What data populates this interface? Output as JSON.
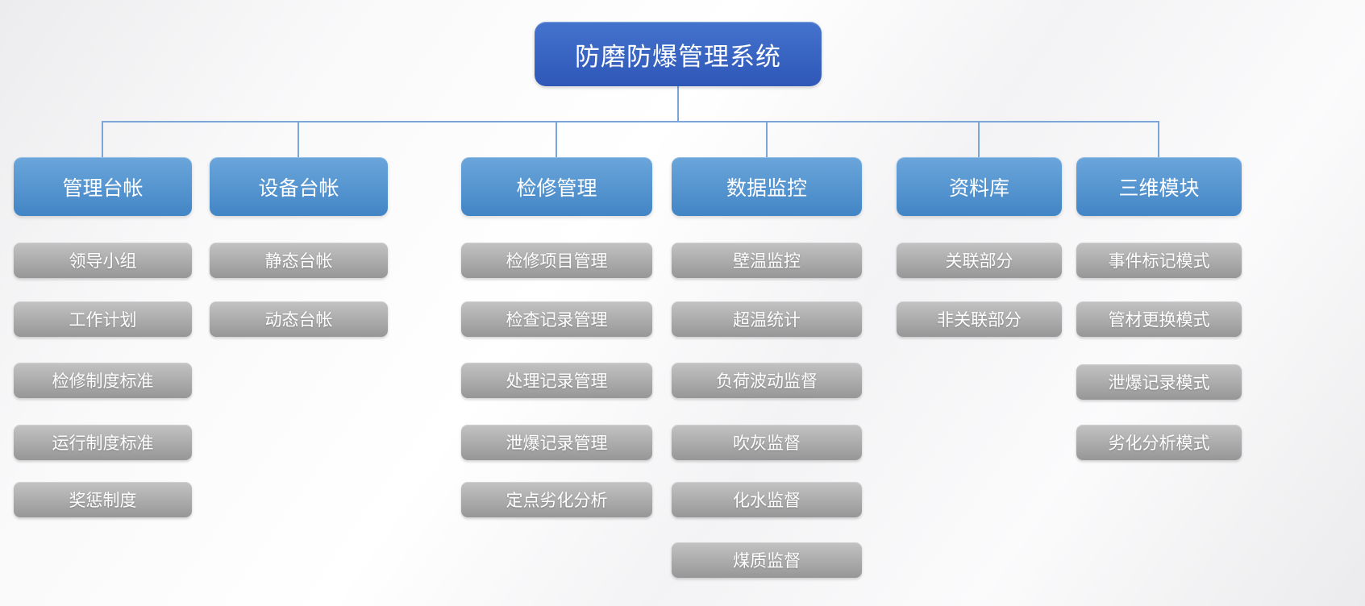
{
  "diagram": {
    "title": "防磨防爆管理系统",
    "colors": {
      "root_fill_top": "#4473cd",
      "root_fill_bottom": "#2f57b8",
      "branch_fill_top": "#6ba6db",
      "branch_fill_bottom": "#4285c5",
      "leaf_fill_top": "#c3c3c3",
      "leaf_fill_bottom": "#979797",
      "connector": "#7aa6d9",
      "node_text": "#ffffff"
    },
    "branches": [
      {
        "label": "管理台帐",
        "children": [
          "领导小组",
          "工作计划",
          "检修制度标准",
          "运行制度标准",
          "奖惩制度"
        ]
      },
      {
        "label": "设备台帐",
        "children": [
          "静态台帐",
          "动态台帐"
        ]
      },
      {
        "label": "检修管理",
        "children": [
          "检修项目管理",
          "检查记录管理",
          "处理记录管理",
          "泄爆记录管理",
          "定点劣化分析"
        ]
      },
      {
        "label": "数据监控",
        "children": [
          "壁温监控",
          "超温统计",
          "负荷波动监督",
          "吹灰监督",
          "化水监督",
          "煤质监督"
        ]
      },
      {
        "label": "资料库",
        "children": [
          "关联部分",
          "非关联部分"
        ]
      },
      {
        "label": "三维模块",
        "children": [
          "事件标记模式",
          "管材更换模式",
          "泄爆记录模式",
          "劣化分析模式"
        ]
      }
    ]
  }
}
